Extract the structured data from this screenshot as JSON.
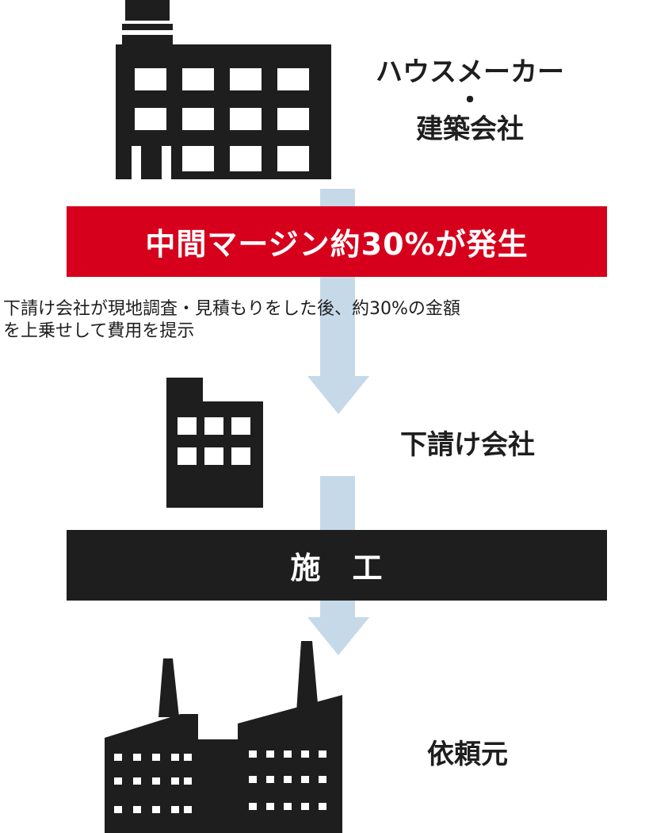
{
  "colors": {
    "ink": "#1e1e1e",
    "accent_red": "#d6001c",
    "arrow_blue": "#c6d9e8",
    "white": "#ffffff"
  },
  "housemaker": {
    "icon": "office-building-icon",
    "label_line1": "ハウスメーカー",
    "label_dot": "・",
    "label_line2": "建築会社"
  },
  "margin_banner": {
    "text": "中間マージン約30%が発生"
  },
  "note": {
    "line1": "下請け会社が現地調査・見積もりをした後、約30%の金額",
    "line2": "を上乗せして費用を提示"
  },
  "subcontractor": {
    "icon": "small-building-icon",
    "label": "下請け会社"
  },
  "construction_banner": {
    "text": "施　工"
  },
  "client": {
    "icon": "factory-icon",
    "label": "依頼元"
  }
}
